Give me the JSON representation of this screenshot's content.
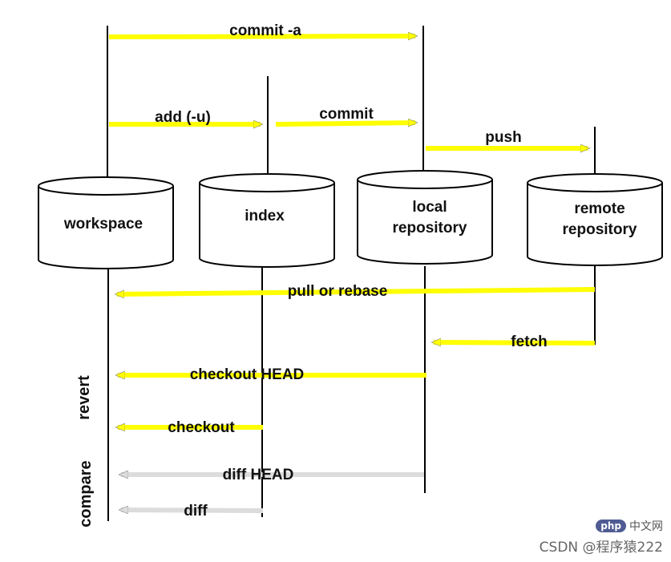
{
  "nodes": {
    "workspace": {
      "label": "workspace"
    },
    "index": {
      "label": "index"
    },
    "local": {
      "line1": "local",
      "line2": "repository"
    },
    "remote": {
      "line1": "remote",
      "line2": "repository"
    }
  },
  "arrows": {
    "commit_a": "commit -a",
    "add": "add (-u)",
    "commit": "commit",
    "push": "push",
    "pull": "pull or rebase",
    "fetch": "fetch",
    "checkout_head": "checkout HEAD",
    "checkout": "checkout",
    "diff_head": "diff HEAD",
    "diff": "diff"
  },
  "groups": {
    "revert": "revert",
    "compare": "compare"
  },
  "watermark": {
    "badge": "php",
    "site": "中文网",
    "author": "CSDN @程序猿222"
  },
  "colors": {
    "arrow": "#ffff00",
    "arrow_gray": "#dcdcdc",
    "line": "#000000"
  }
}
